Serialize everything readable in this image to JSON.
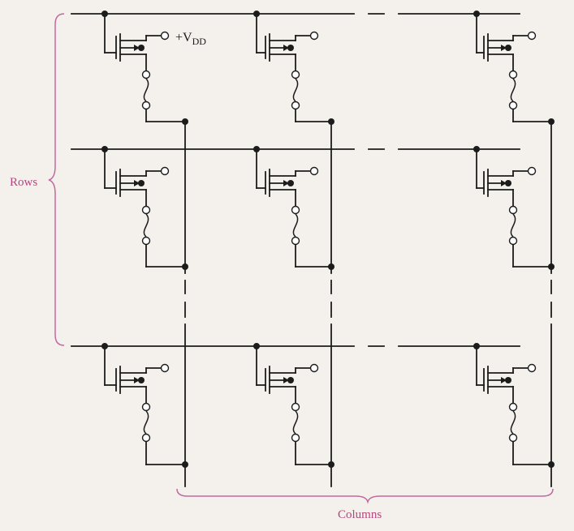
{
  "labels": {
    "rows": "Rows",
    "columns": "Columns",
    "vdd_prefix": "+V",
    "vdd_subscript": "DD"
  },
  "grid": {
    "row_count": 3,
    "column_count": 3,
    "ellipsis_between_columns": "2 and 3",
    "ellipsis_between_rows": "2 and 3"
  },
  "colors": {
    "wire": "#1c1c1c",
    "brace": "#c06aa0",
    "label": "#b0487f",
    "background": "#f4f1ec"
  },
  "cell_elements": [
    "transistor-icon",
    "fuse-icon",
    "vdd-terminal"
  ]
}
